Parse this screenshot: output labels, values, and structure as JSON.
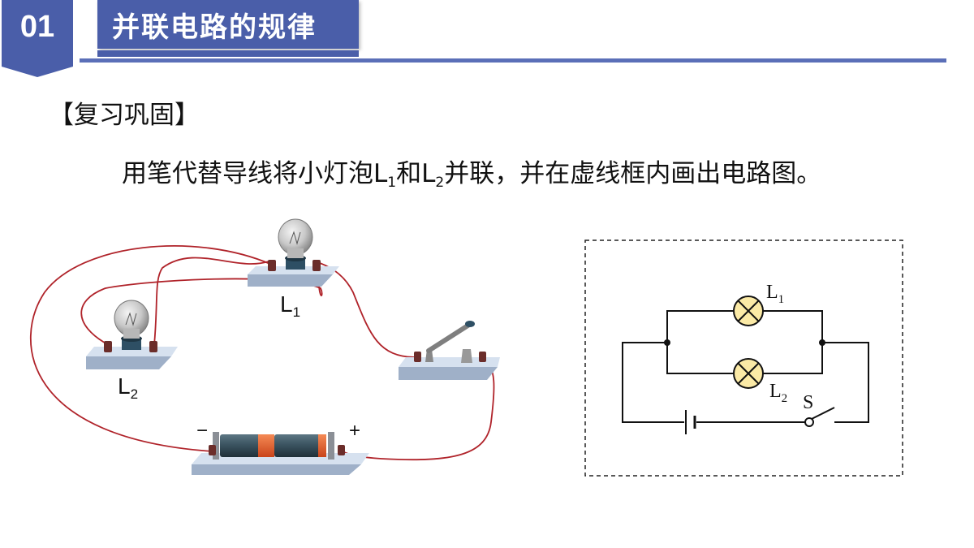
{
  "header": {
    "number": "01",
    "title": "并联电路的规律"
  },
  "section_label": "【复习巩固】",
  "instruction": {
    "part1": "用笔代替导线将小灯泡L",
    "sub1": "1",
    "part2": "和L",
    "sub2": "2",
    "part3": "并联，并在虚线框内画出电路图。"
  },
  "apparatus": {
    "bulb1_label": "L",
    "bulb1_sub": "1",
    "bulb2_label": "L",
    "bulb2_sub": "2",
    "battery_minus": "−",
    "battery_plus": "+"
  },
  "schematic": {
    "lamp1_label": "L",
    "lamp1_sub": "1",
    "lamp2_label": "L",
    "lamp2_sub": "2",
    "switch_label": "S"
  },
  "colors": {
    "accent": "#4a5ea9",
    "wire": "#b0232a"
  }
}
